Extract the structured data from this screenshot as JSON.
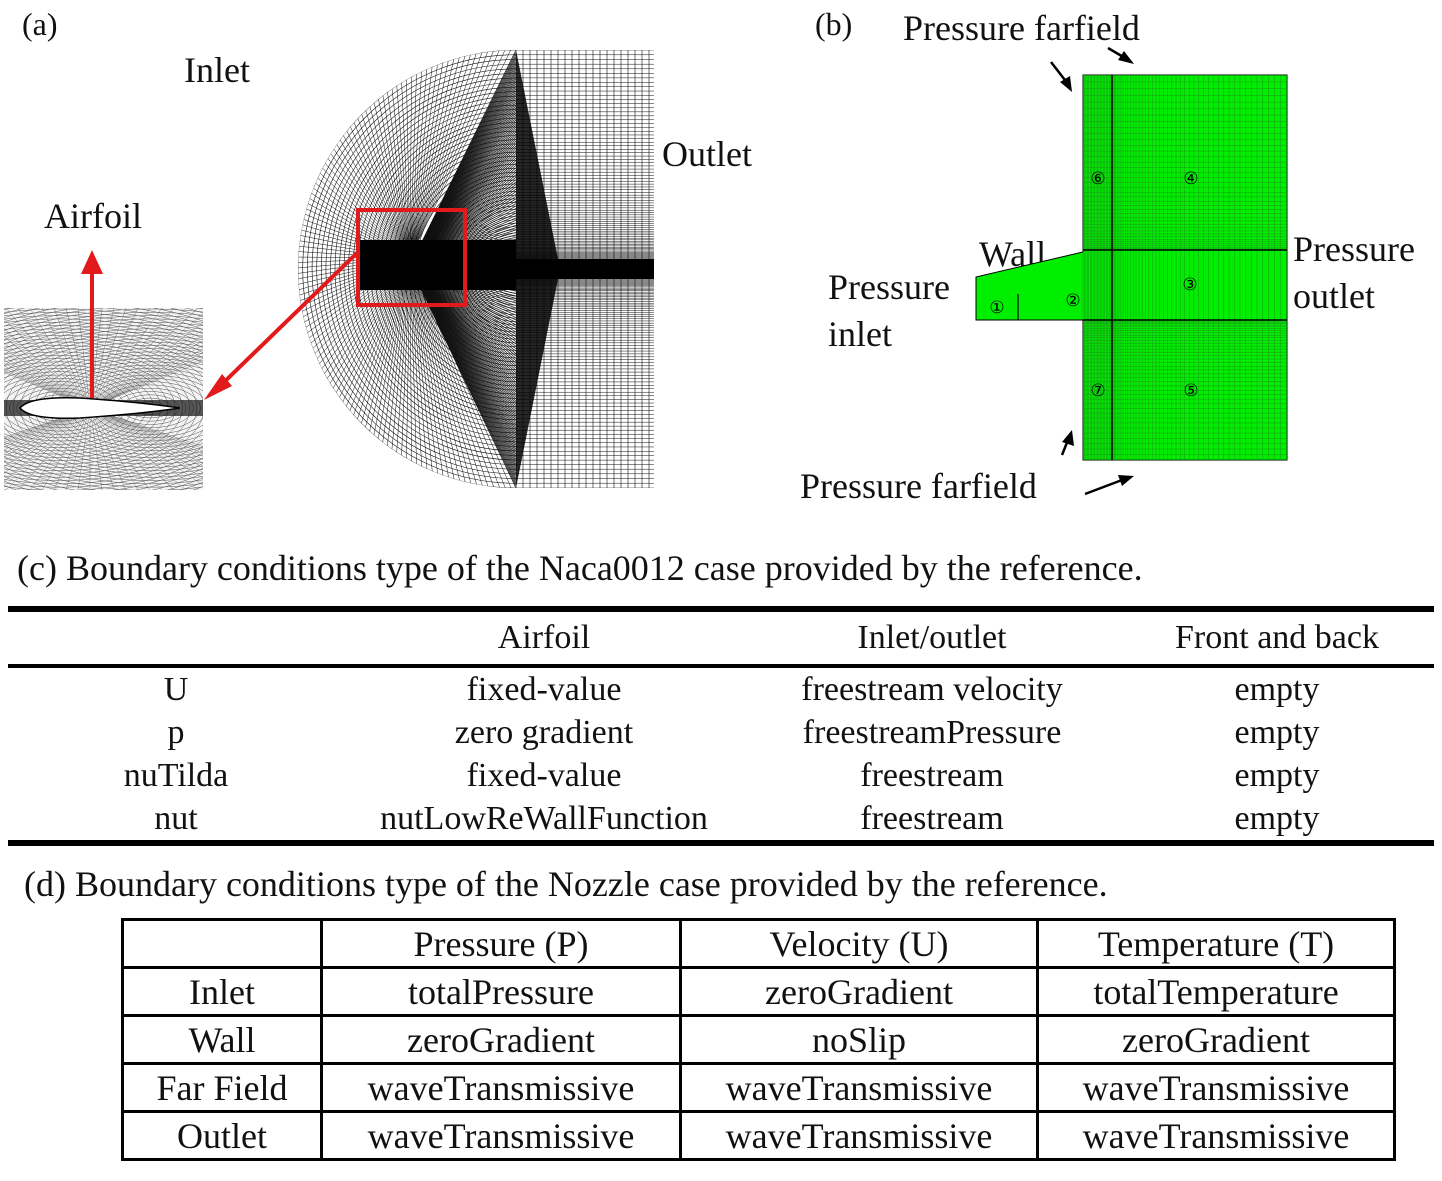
{
  "panel_a": {
    "letter": "(a)",
    "inlet_label": "Inlet",
    "outlet_label": "Outlet",
    "airfoil_label": "Airfoil"
  },
  "panel_b": {
    "letter": "(b)",
    "farfield_top": "Pressure farfield",
    "farfield_bottom": "Pressure farfield",
    "wall": "Wall",
    "inlet_line1": "Pressure",
    "inlet_line2": "inlet",
    "outlet_line1": "Pressure",
    "outlet_line2": "outlet",
    "zones": [
      "①",
      "②",
      "③",
      "④",
      "⑤",
      "⑥",
      "⑦"
    ],
    "mesh_color": "#00ee00"
  },
  "table_c": {
    "caption": "(c) Boundary conditions type of the Naca0012 case provided by the reference.",
    "headers": [
      "",
      "Airfoil",
      "Inlet/outlet",
      "Front and back"
    ],
    "rows": [
      [
        "U",
        "fixed-value",
        "freestream velocity",
        "empty"
      ],
      [
        "p",
        "zero gradient",
        "freestreamPressure",
        "empty"
      ],
      [
        "nuTilda",
        "fixed-value",
        "freestream",
        "empty"
      ],
      [
        "nut",
        "nutLowReWallFunction",
        "freestream",
        "empty"
      ]
    ]
  },
  "table_d": {
    "caption": "(d) Boundary conditions type of the Nozzle case provided by the reference.",
    "headers": [
      "",
      "Pressure (P)",
      "Velocity (U)",
      "Temperature (T)"
    ],
    "rows": [
      [
        "Inlet",
        "totalPressure",
        "zeroGradient",
        "totalTemperature"
      ],
      [
        "Wall",
        "zeroGradient",
        "noSlip",
        "zeroGradient"
      ],
      [
        "Far Field",
        "waveTransmissive",
        "waveTransmissive",
        "waveTransmissive"
      ],
      [
        "Outlet",
        "waveTransmissive",
        "waveTransmissive",
        "waveTransmissive"
      ]
    ]
  },
  "colors": {
    "highlight": "#e31a1c",
    "mesh_line": "#111111"
  }
}
